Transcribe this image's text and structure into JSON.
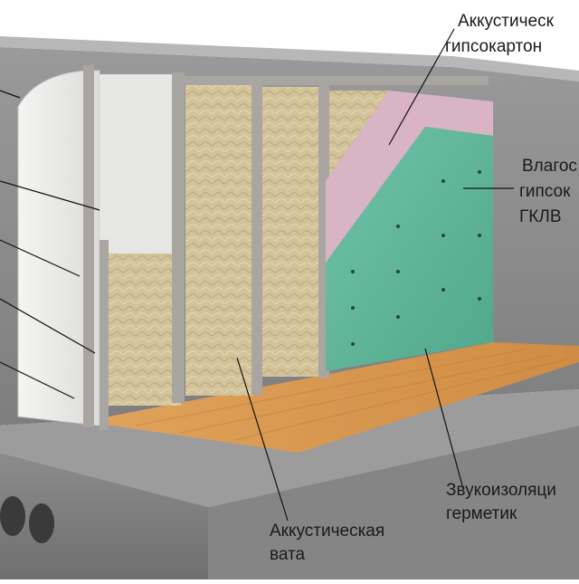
{
  "labels": {
    "acoustic_drywall": {
      "line1": "Аккустическ",
      "line2": "гипсокартон"
    },
    "moisture_drywall": {
      "line1": "Влагос",
      "line2": "гипсок",
      "line3": "ГКЛВ"
    },
    "sound_insulation": {
      "line1": "Звукоизоляци",
      "line2": "герметик"
    },
    "acoustic_wool": {
      "line1": "Аккустическая",
      "line2": "вата"
    }
  },
  "colors": {
    "concrete": "#8f8f8f",
    "drywall_white": "#ececea",
    "metal_profile": "#a9a6a1",
    "mineral_wool": "#d3c39a",
    "acoustic_board": "#d9b4c4",
    "moisture_board": "#5fb79a",
    "wood_floor": "#d89a52"
  }
}
